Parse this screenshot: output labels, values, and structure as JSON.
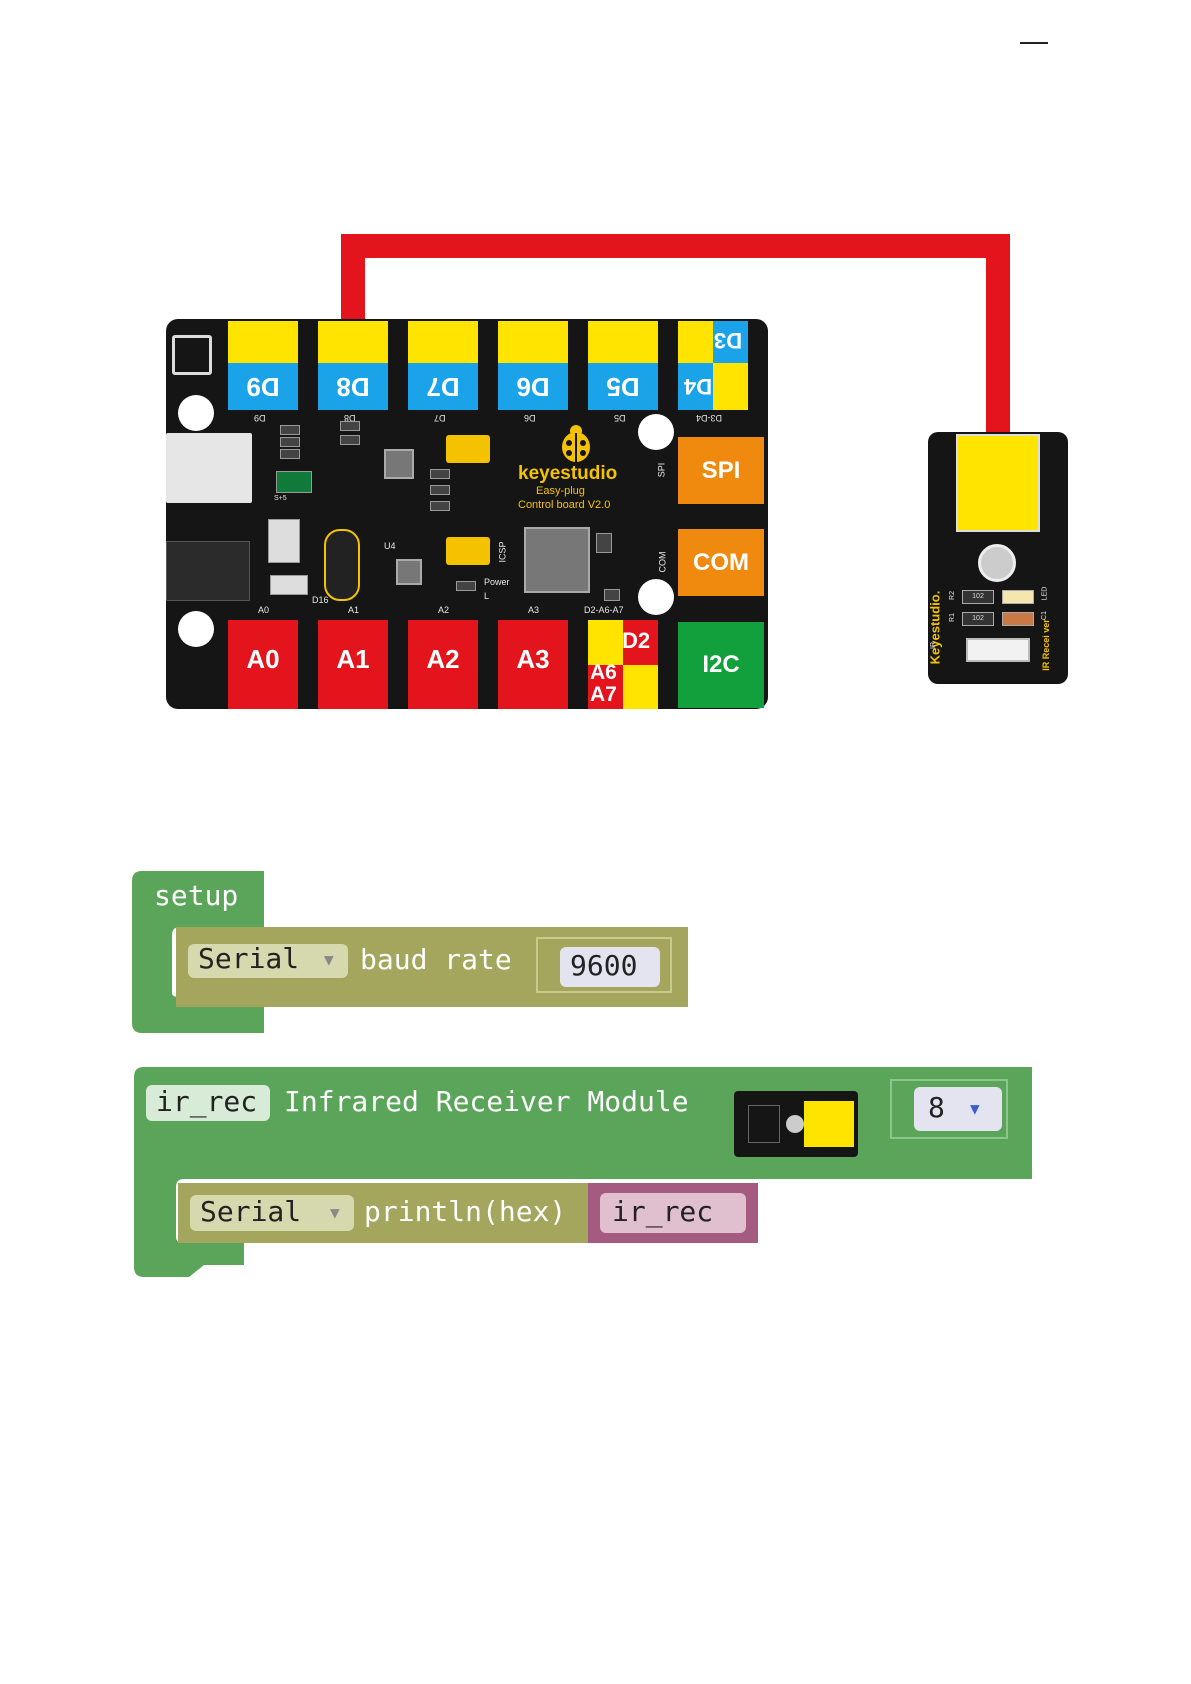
{
  "board": {
    "top_ports": [
      "D9",
      "D8",
      "D7",
      "D6",
      "D5"
    ],
    "corner_port": {
      "a": "D3",
      "b": "D4"
    },
    "top_silk": [
      "D9",
      "D8",
      "D7",
      "D6",
      "D5",
      "D3-D4"
    ],
    "bottom_ports": [
      "A0",
      "A1",
      "A2",
      "A3"
    ],
    "combo_port": {
      "a": "D2",
      "b": "A6",
      "c": "A7"
    },
    "bottom_silk": [
      "A0",
      "A1",
      "A2",
      "A3",
      "D2-A6-A7"
    ],
    "side_ports": [
      {
        "label": "SPI",
        "silk": "SPI",
        "color": "#f08a0f"
      },
      {
        "label": "COM",
        "silk": "COM",
        "color": "#f08a0f"
      },
      {
        "label": "I2C",
        "color": "#12a03c"
      }
    ],
    "brand": "keyestudio",
    "subtitle": "Easy-plug",
    "model": "Control board V2.0",
    "silk_small": {
      "icsp": "ICSP",
      "power": "Power",
      "l": "L",
      "u4": "U4",
      "d16": "D16",
      "s": "S+5"
    }
  },
  "module": {
    "brand": "Keyestudio.",
    "name": "IR Recei ver",
    "ir": "IR",
    "led": "LED",
    "r1": "R1",
    "r2": "R2",
    "c1": "C1",
    "res_code": "102"
  },
  "blocks": {
    "setup": {
      "label": "setup",
      "serial_dropdown": "Serial",
      "baud_text": "baud rate",
      "baud_value": "9600"
    },
    "ir": {
      "var": "ir_rec",
      "title": "Infrared Receiver Module",
      "pin": "8",
      "serial_dropdown": "Serial",
      "println_text": "println(hex)",
      "var_ref": "ir_rec"
    }
  },
  "colors": {
    "block_green": "#5ba55b",
    "block_olive": "#a3a65c",
    "block_purple": "#a55b80",
    "wire_red": "#e3141c",
    "port_yellow": "#ffe400",
    "port_blue": "#1aa3e8",
    "port_red": "#e3141c"
  }
}
